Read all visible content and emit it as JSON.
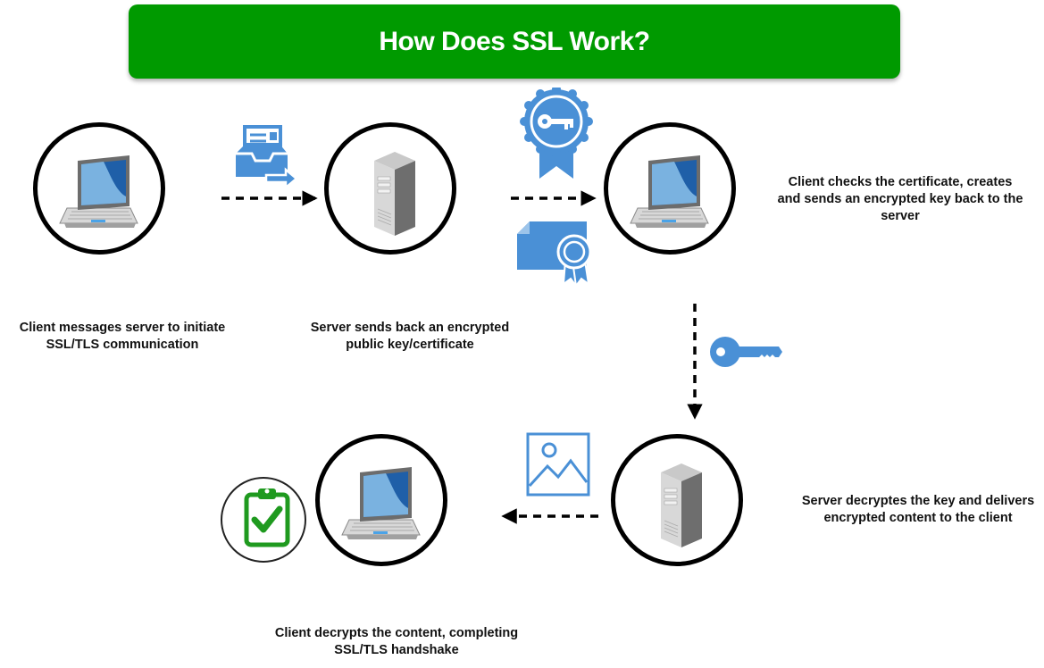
{
  "title": "How Does SSL Work?",
  "steps": [
    {
      "text": "Client messages server to initiate SSL/TLS communication"
    },
    {
      "text": "Server sends back an encrypted public key/certificate"
    },
    {
      "text": "Client checks the certificate, creates and sends an encrypted key back to the server"
    },
    {
      "text": "Server decryptes the key and delivers encrypted content to the client"
    },
    {
      "text": "Client decrypts the content, completing SSL/TLS handshake"
    }
  ],
  "colors": {
    "banner": "#009a00",
    "icon_blue": "#4a90d6",
    "check_green": "#1f9a1f",
    "arrow": "#000000"
  },
  "icons": [
    "laptop-icon",
    "server-icon",
    "send-mail-icon",
    "certificate-badge-icon",
    "certificate-document-icon",
    "key-icon",
    "image-file-icon",
    "clipboard-check-icon"
  ]
}
